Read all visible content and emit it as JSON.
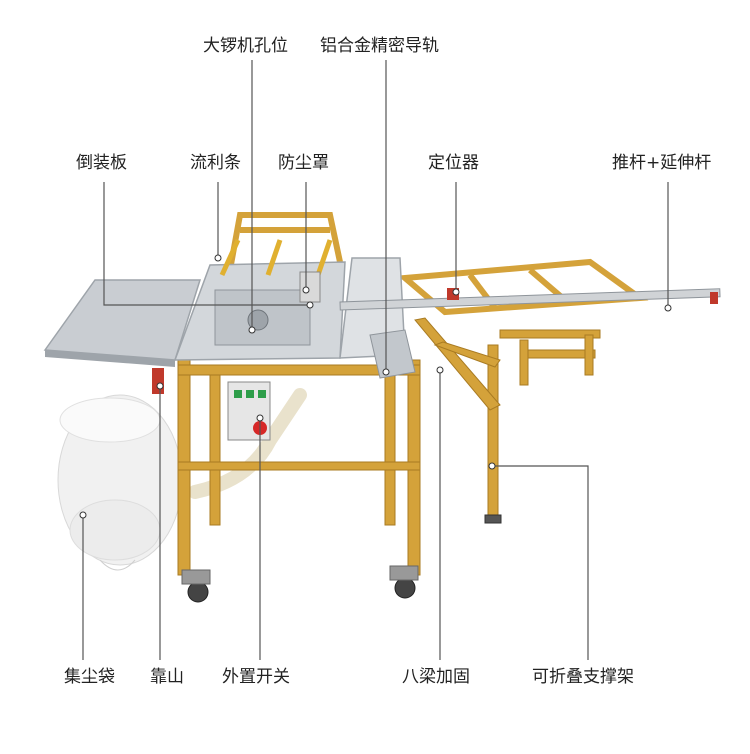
{
  "labels": {
    "gong_hole": "大锣机孔位",
    "aluminum_rail": "铝合金精密导轨",
    "flip_board": "倒装板",
    "flow_strip": "流利条",
    "dust_cover": "防尘罩",
    "positioner": "定位器",
    "push_rod": "推杆+延伸杆",
    "dust_bag": "集尘袋",
    "fence": "靠山",
    "external_switch": "外置开关",
    "eight_beam": "八梁加固",
    "folding_stand": "可折叠支撑架"
  },
  "colors": {
    "frame": "#d4a23a",
    "frame_dark": "#a97b22",
    "table": "#c9cdd2",
    "table_dark": "#9ea4aa",
    "bag": "#f1f1f1",
    "leader": "#555555",
    "switch_box": "#e6e6e6",
    "stop_button": "#d62828",
    "start_button": "#2e9e4a",
    "clamp": "#c0392b"
  }
}
